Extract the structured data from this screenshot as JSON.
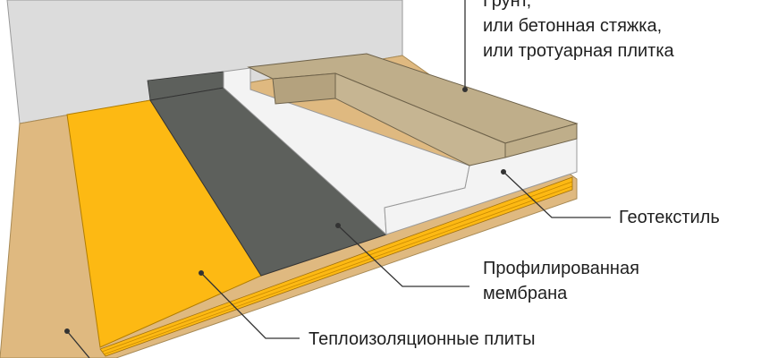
{
  "labels": {
    "top_line1": "Грунт,",
    "top_line2": "или бетонная стяжка,",
    "top_line3": "или тротуарная плитка",
    "geotextile": "Геотекстиль",
    "membrane_line1": "Профилированная",
    "membrane_line2": "мембрана",
    "insulation": "Теплоизоляционные плиты"
  },
  "colors": {
    "wall": "#dcdcdc",
    "floor": "#dfb980",
    "insulation": "#fdb913",
    "membrane": "#5d605c",
    "geotextile": "#f2f2f2",
    "soil": "#bfae8a"
  }
}
